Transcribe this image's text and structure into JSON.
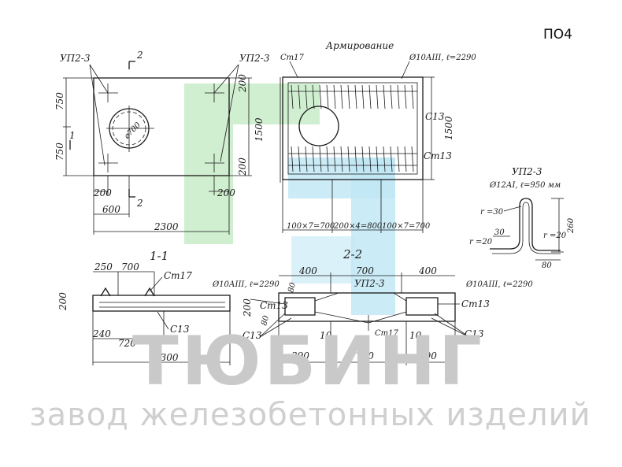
{
  "drawing_code": "ПО4",
  "titles": {
    "reinforcement": "Армирование",
    "section_1": "1-1",
    "section_2": "2-2"
  },
  "plan": {
    "cut_mark_top": "2",
    "cut_mark_bottom": "2",
    "cut_mark_left": "1",
    "loop_left": "УП2-3",
    "loop_right": "УП2-3",
    "hole": "⌀700",
    "dim_750_top": "750",
    "dim_750_bottom": "750",
    "dim_200_right_top": "200",
    "dim_1500": "1500",
    "dim_200_right_bottom": "200",
    "dim_200_bottom_left": "200",
    "dim_600": "600",
    "dim_200_bottom_right": "200",
    "dim_2300": "2300"
  },
  "reinforcement": {
    "bar_ct17": "Ст17",
    "bar_top": "Ø10АIII, ℓ=2290",
    "mesh_c13": "С13",
    "bar_ct13": "Ст13",
    "dim_1500": "1500",
    "spacing_1": "100×7=700",
    "spacing_2": "200×4=800",
    "spacing_3": "100×7=700"
  },
  "loop_detail": {
    "name": "УП2-3",
    "spec": "Ø12АI, ℓ=950 мм",
    "r30": "r =30",
    "r20_left": "r =20",
    "r20_right": "r =20",
    "dim_30": "30",
    "dim_80": "80",
    "dim_260": "260"
  },
  "section_1_1": {
    "dim_250": "250",
    "dim_700": "700",
    "ct17": "Ст17",
    "dim_200": "200",
    "dim_240": "240",
    "dim_720": "720",
    "c13": "С13",
    "dim_2300": "2300"
  },
  "section_2_2": {
    "dim_400_left": "400",
    "dim_700": "700",
    "dim_400_right": "400",
    "bar_left": "Ø10АIII, ℓ=2290",
    "loop": "УП2-3",
    "bar_right": "Ø10АIII, ℓ=2290",
    "dim_80": "80",
    "ct13_left": "Ст13",
    "ct13_right": "Ст13",
    "dim_200": "200",
    "dim_80_side": "80",
    "dim_10_left": "10",
    "dim_10_right": "10",
    "c13_left": "С13",
    "c13_right": "С13",
    "ct17": "Ст17",
    "dim_390_left": "390",
    "dim_720": "720",
    "dim_390_right": "390"
  },
  "watermark": {
    "brand": "ТЮБИНГ",
    "subtitle": "завод железобетонных изделий"
  },
  "colors": {
    "ink": "#1a1a1a",
    "watermark_green": "#c8ebc8",
    "watermark_blue": "#c2e8f5",
    "watermark_text": "#c9c9c9"
  }
}
